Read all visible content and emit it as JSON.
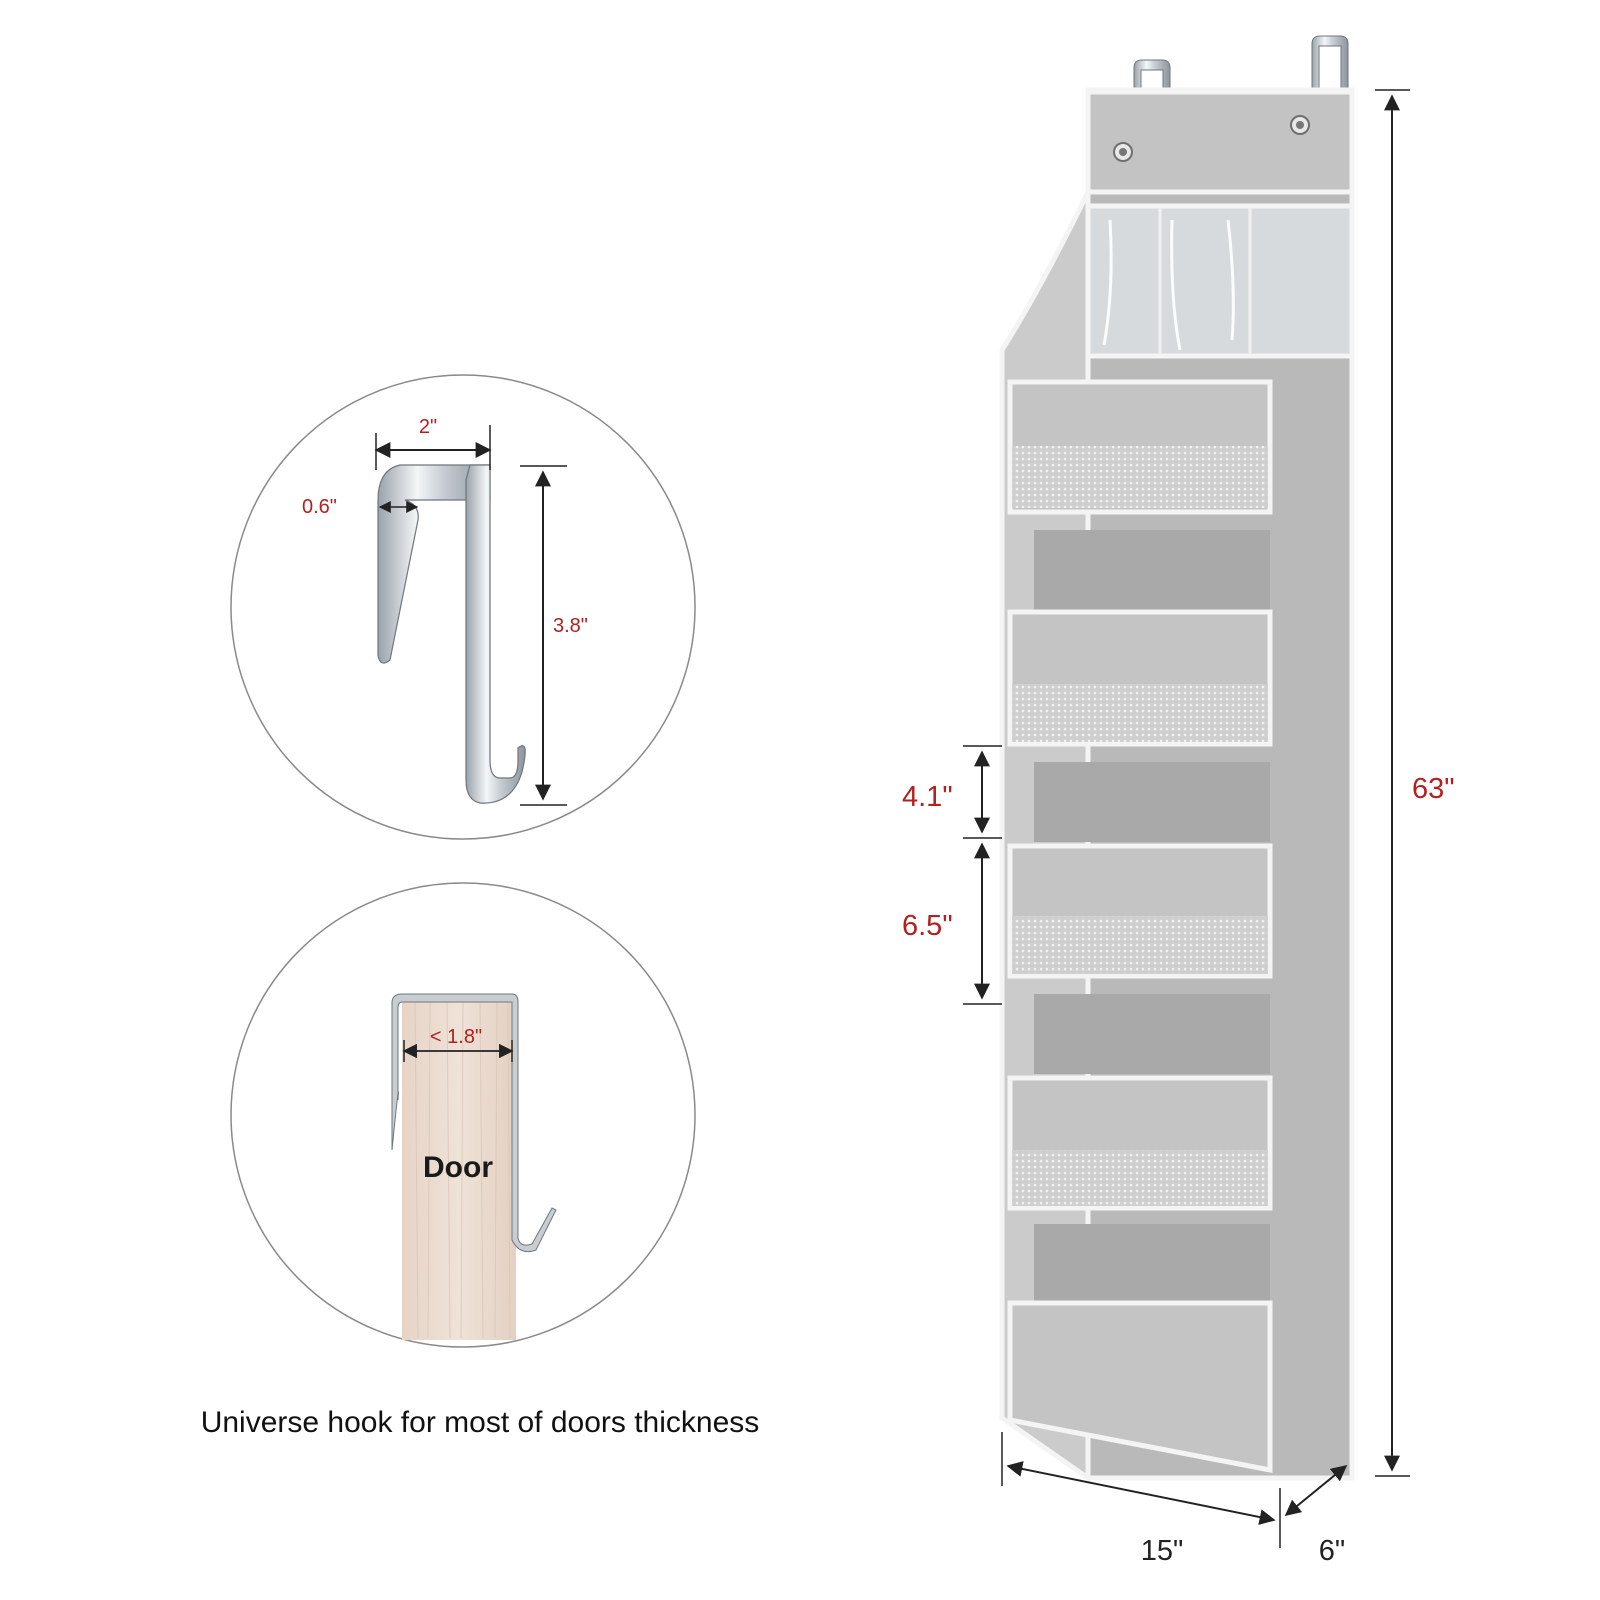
{
  "hook_detail": {
    "width_label": "2\"",
    "thickness_label": "0.6\"",
    "height_label": "3.8\""
  },
  "door_detail": {
    "door_label": "Door",
    "max_thickness_label": "< 1.8\""
  },
  "caption": "Universe hook for most of doors thickness",
  "organizer": {
    "height_label": "63\"",
    "width_label": "15\"",
    "depth_label": "6\"",
    "pocket_gap_label": "4.1\"",
    "pocket_height_label": "6.5\"",
    "fabric_color": "#c3c3c3",
    "trim_color": "#f4f4f4"
  },
  "colors": {
    "dimension_text": "#b22020",
    "hook_metal": "#d8dde2",
    "door_wood": "#ecdcd0"
  }
}
